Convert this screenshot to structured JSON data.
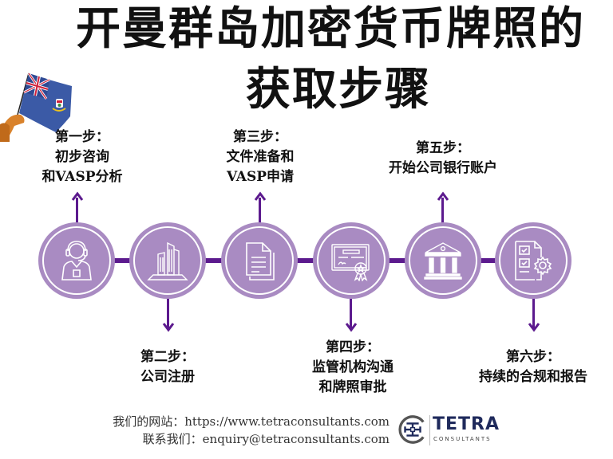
{
  "title": {
    "line1": "开曼群岛加密货币牌照的",
    "line2": "获取步骤"
  },
  "colors": {
    "circle_fill": "#a98bc2",
    "connector": "#5c1a8e",
    "text": "#111111",
    "logo_navy": "#1f2a5c"
  },
  "steps": [
    {
      "step": "第一步：",
      "lines": [
        "初步咨询",
        "和VASP分析"
      ],
      "icon": "customer-support-icon",
      "position": "above"
    },
    {
      "step": "第二步：",
      "lines": [
        "公司注册"
      ],
      "icon": "office-building-icon",
      "position": "below"
    },
    {
      "step": "第三步：",
      "lines": [
        "文件准备和",
        "VASP申请"
      ],
      "icon": "documents-icon",
      "position": "above"
    },
    {
      "step": "第四步：",
      "lines": [
        "监管机构沟通",
        "和牌照审批"
      ],
      "icon": "certificate-icon",
      "position": "below"
    },
    {
      "step": "第五步：",
      "lines": [
        "开始公司银行账户"
      ],
      "icon": "bank-icon",
      "position": "above"
    },
    {
      "step": "第六步：",
      "lines": [
        "持续的合规和报告"
      ],
      "icon": "compliance-checklist-gear-icon",
      "position": "below"
    }
  ],
  "footer": {
    "website": "我们的网站：https://www.tetraconsultants.com",
    "contact": "联系我们：enquiry@tetraconsultants.com"
  },
  "logo": {
    "name": "TETRA",
    "subtitle": "CONSULTANTS"
  }
}
